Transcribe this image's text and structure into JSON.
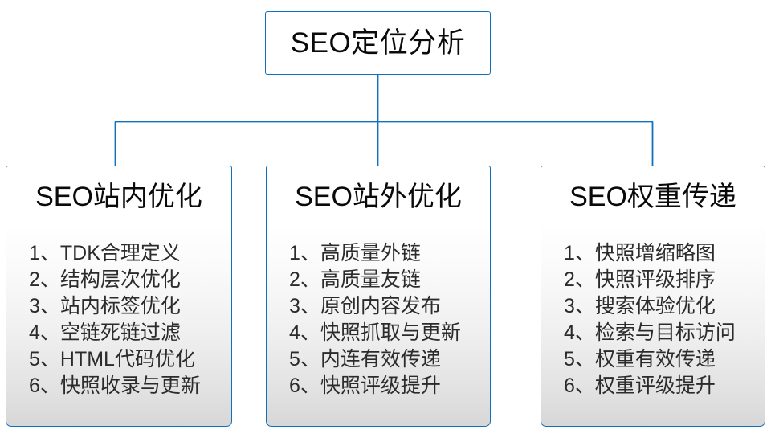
{
  "diagram": {
    "type": "organization-tree",
    "accent_color": "#1070bb",
    "text_color": "#0a0a0a",
    "item_text_color": "#2b2b2b",
    "root": {
      "title": "SEO定位分析"
    },
    "branches": [
      {
        "header": "SEO站内优化",
        "items": [
          "1、TDK合理定义",
          "2、结构层次优化",
          "3、站内标签优化",
          "4、空链死链过滤",
          "5、HTML代码优化",
          "6、快照收录与更新"
        ]
      },
      {
        "header": "SEO站外优化",
        "items": [
          "1、高质量外链",
          "2、高质量友链",
          "3、原创内容发布",
          "4、快照抓取与更新",
          "5、内连有效传递",
          "6、快照评级提升"
        ]
      },
      {
        "header": "SEO权重传递",
        "items": [
          "1、快照增缩略图",
          "2、快照评级排序",
          "3、搜索体验优化",
          "4、检索与目标访问",
          "5、权重有效传递",
          "6、权重评级提升"
        ]
      }
    ]
  }
}
